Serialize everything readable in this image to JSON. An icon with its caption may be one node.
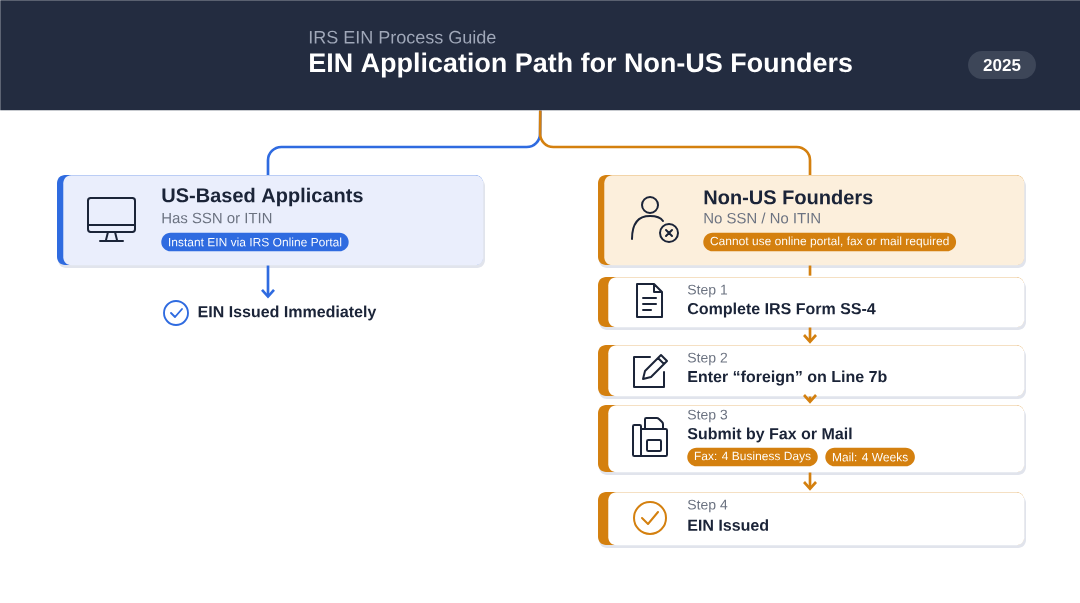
{
  "diagram": {
    "nodes": [
      {
        "text": [
          "IRS EIN Process Guide",
          "EIN Application Path for Non-US Founders"
        ]
      },
      {
        "text": [
          "2025"
        ],
        "in": 0
      },
      {
        "text": [
          "US-Based Applicants",
          "Has SSN or ITIN"
        ]
      },
      {
        "text": [
          "Instant EIN via IRS Online Portal"
        ],
        "in": 2
      },
      {
        "text": [
          "EIN Issued Immediately"
        ]
      },
      {
        "text": [
          "Non-US Founders",
          "No SSN / No ITIN"
        ]
      },
      {
        "text": [
          "Cannot use online portal, fax or mail required"
        ],
        "in": 5
      },
      {
        "text": [
          "Step 1",
          "Complete IRS Form SS-4"
        ]
      },
      {
        "text": [
          "Step 2",
          "Enter “foreign” on Line 7b"
        ]
      },
      {
        "text": [
          "Step 3",
          "Submit by Fax or Mail"
        ]
      },
      {
        "text": [
          "Fax: 4 Business Days"
        ],
        "in": 9
      },
      {
        "text": [
          "Mail: 4 Weeks"
        ],
        "in": 9
      },
      {
        "text": [
          "Step 4",
          "EIN Issued"
        ]
      }
    ],
    "edges": [
      {
        "from": 0,
        "to": 2,
        "arrow": "none",
        "color": "#2f6be0"
      },
      {
        "from": 0,
        "to": 5,
        "arrow": "none"
      },
      {
        "from": 2,
        "to": 4,
        "arrow": "to",
        "color": "#2f6be0"
      },
      {
        "from": 5,
        "to": 7,
        "arrow": "none"
      },
      {
        "from": 7,
        "to": 8,
        "arrow": "to"
      },
      {
        "from": 8,
        "to": 9,
        "arrow": "to"
      },
      {
        "from": 9,
        "to": 12,
        "arrow": "to"
      }
    ]
  }
}
